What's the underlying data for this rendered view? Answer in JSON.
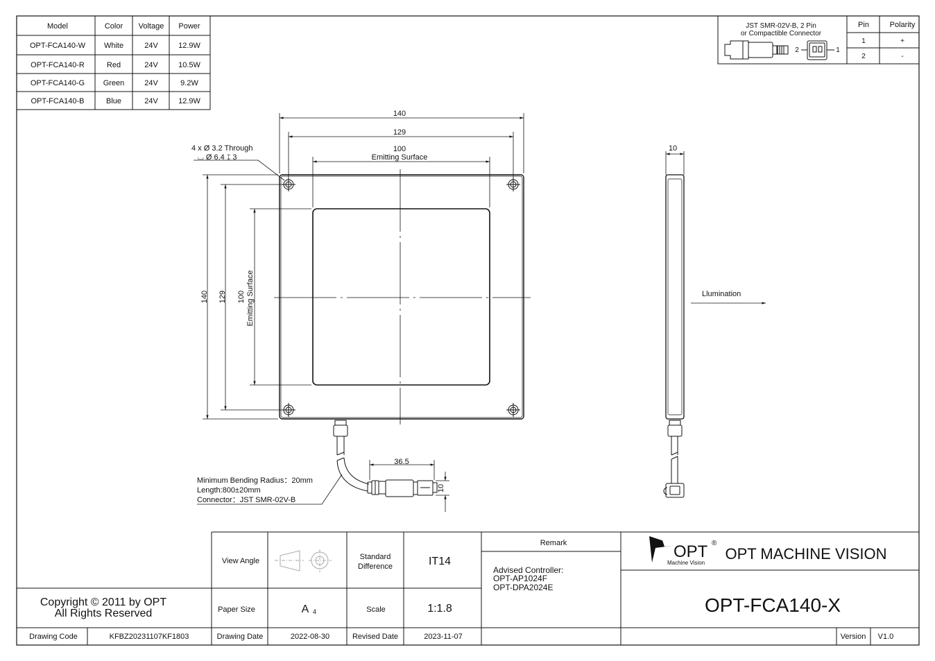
{
  "spec_table": {
    "headers": [
      "Model",
      "Color",
      "Voltage",
      "Power"
    ],
    "rows": [
      [
        "OPT-FCA140-W",
        "White",
        "24V",
        "12.9W"
      ],
      [
        "OPT-FCA140-R",
        "Red",
        "24V",
        "10.5W"
      ],
      [
        "OPT-FCA140-G",
        "Green",
        "24V",
        "9.2W"
      ],
      [
        "OPT-FCA140-B",
        "Blue",
        "24V",
        "12.9W"
      ]
    ]
  },
  "connector_table": {
    "title_line1": "JST SMR-02V-B, 2 Pin",
    "title_line2": "or Compactible Connector",
    "pin_header": "Pin",
    "polarity_header": "Polarity",
    "rows": [
      [
        "1",
        "+"
      ],
      [
        "2",
        "-"
      ]
    ],
    "label_2": "2",
    "label_1": "1"
  },
  "front_view": {
    "dim_overall": "140",
    "dim_holes": "129",
    "dim_emitting": "100",
    "emitting_label": "Emitting Surface",
    "hole_note_line1": "4 x Ø 3.2 Through",
    "hole_note_line2": "⌴ Ø 6.4 ↧ 3",
    "cable_dim": "36.5",
    "connector_dim": "10",
    "cable_note_line1": "Minimum Bending Radius：20mm",
    "cable_note_line2": "Length:800±20mm",
    "cable_note_line3": "Connector：JST SMR-02V-B"
  },
  "side_view": {
    "thickness": "10",
    "illumination_label": "Llumination"
  },
  "title_block": {
    "view_angle_label": "View Angle",
    "standard_difference_label": "Standard\nDifference",
    "standard_difference_value": "IT14",
    "paper_size_label": "Paper Size",
    "paper_size_value": "A",
    "paper_size_sub": "4",
    "scale_label": "Scale",
    "scale_value": "1:1.8",
    "drawing_date_label": "Drawing Date",
    "drawing_date_value": "2022-08-30",
    "revised_date_label": "Revised Date",
    "revised_date_value": "2023-11-07",
    "remark_label": "Remark",
    "remark_line1": "Advised Controller:",
    "remark_line2": "OPT-AP1024F",
    "remark_line3": "OPT-DPA2024E",
    "logo_text": "OPT",
    "logo_registered": "®",
    "logo_sub": "Machine Vision",
    "company_name": "OPT MACHINE VISION",
    "part_number": "OPT-FCA140-X",
    "version_label": "Version",
    "version_value": "V1.0",
    "copyright_line1": "Copyright © 2011 by OPT",
    "copyright_line2": "All Rights Reserved",
    "drawing_code_label": "Drawing Code",
    "drawing_code_value": "KFBZ20231107KF1803"
  }
}
